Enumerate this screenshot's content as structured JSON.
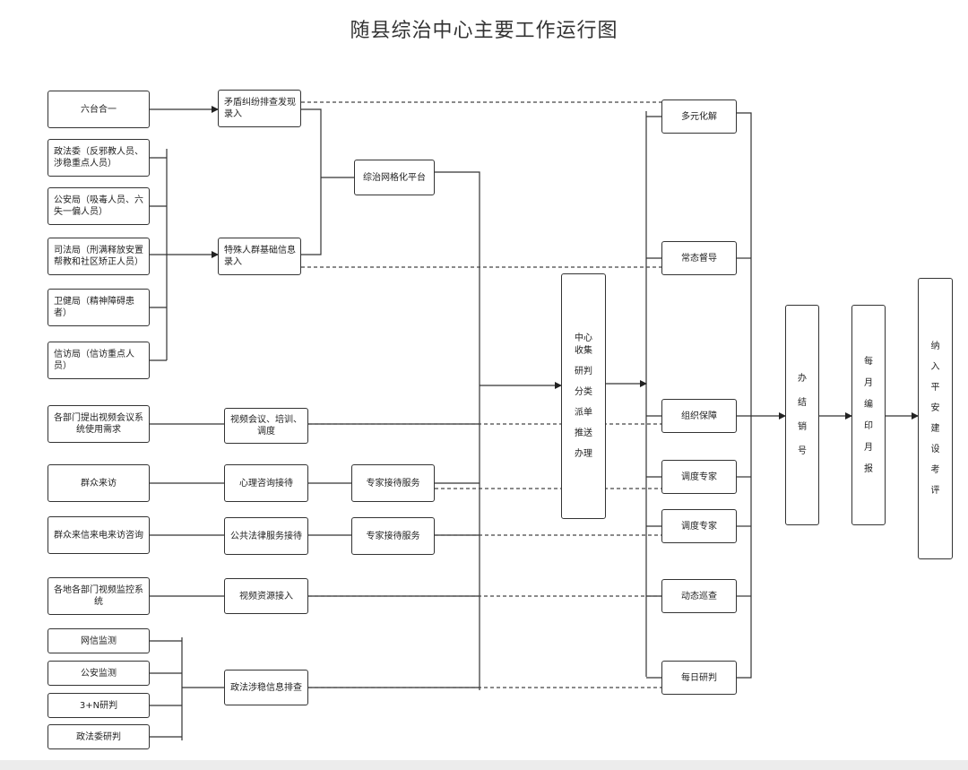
{
  "title": "随县综治中心主要工作运行图",
  "nodes": {
    "liutai": "六台合一",
    "zhengfawei": "政法委（反邪教人员、涉稳重点人员）",
    "gonganju": "公安局（吸毒人员、六失一偏人员）",
    "sifaju": "司法局（刑满释放安置帮教和社区矫正人员）",
    "weijianju": "卫健局（精神障碍患者）",
    "xinfangju": "信访局（信访重点人员）",
    "video_need": "各部门提出视频会议系统使用需求",
    "qunzhong_laifang": "群众来访",
    "qunzhong_xindian": "群众来信来电来访咨询",
    "video_monitor": "各地各部门视频监控系统",
    "wangxin": "网信监测",
    "gongan_jiance": "公安监测",
    "sanjia_n": "3+N研判",
    "zhengfawei_yanpan": "政法委研判",
    "maodun": "矛盾纠纷排查发现录入",
    "teshu": "特殊人群基础信息录入",
    "wangge": "综治网格化平台",
    "video_meeting": "视频会议、培训、调度",
    "xinli": "心理咨询接待",
    "gonggong_falv": "公共法律服务接待",
    "zhuanjia1": "专家接待服务",
    "zhuanjia2": "专家接待服务",
    "video_resource": "视频资源接入",
    "zhengfa_sheweng": "政法涉稳信息排查",
    "duoyuan": "多元化解",
    "changtai": "常态督导",
    "zuzhi": "组织保障",
    "diaodu1": "调度专家",
    "diaodu2": "调度专家",
    "dongtai": "动态巡查",
    "meiri": "每日研判"
  },
  "center_lines": [
    "中心",
    "收集",
    "研判",
    "分类",
    "派单",
    "推送",
    "办理"
  ],
  "banjie_chars": [
    "办",
    "结",
    "销",
    "号"
  ],
  "yuebao_chars": [
    "每",
    "月",
    "编",
    "印",
    "月",
    "报"
  ],
  "kaoping_chars": [
    "纳",
    "入",
    "平",
    "安",
    "建",
    "设",
    "考",
    "评"
  ]
}
